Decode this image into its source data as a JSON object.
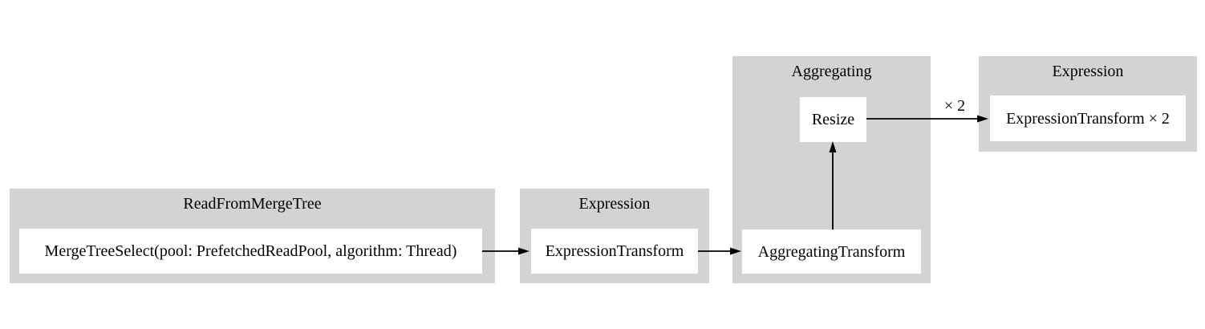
{
  "colors": {
    "background": "#ffffff",
    "cluster_fill": "#d3d3d3",
    "node_fill": "#ffffff",
    "text": "#000000",
    "edge": "#000000"
  },
  "clusters": [
    {
      "label": "ReadFromMergeTree",
      "nodes": [
        {
          "label": "MergeTreeSelect(pool: PrefetchedReadPool, algorithm: Thread)"
        }
      ]
    },
    {
      "label": "Expression",
      "nodes": [
        {
          "label": "ExpressionTransform"
        }
      ]
    },
    {
      "label": "Aggregating",
      "nodes": [
        {
          "label": "Resize"
        },
        {
          "label": "AggregatingTransform"
        }
      ]
    },
    {
      "label": "Expression",
      "nodes": [
        {
          "label": "ExpressionTransform × 2"
        }
      ]
    }
  ],
  "edges": [
    {
      "from": "MergeTreeSelect",
      "to": "ExpressionTransform",
      "label": ""
    },
    {
      "from": "ExpressionTransform",
      "to": "AggregatingTransform",
      "label": ""
    },
    {
      "from": "AggregatingTransform",
      "to": "Resize",
      "label": ""
    },
    {
      "from": "Resize",
      "to": "ExpressionTransform × 2",
      "label": "× 2"
    }
  ]
}
